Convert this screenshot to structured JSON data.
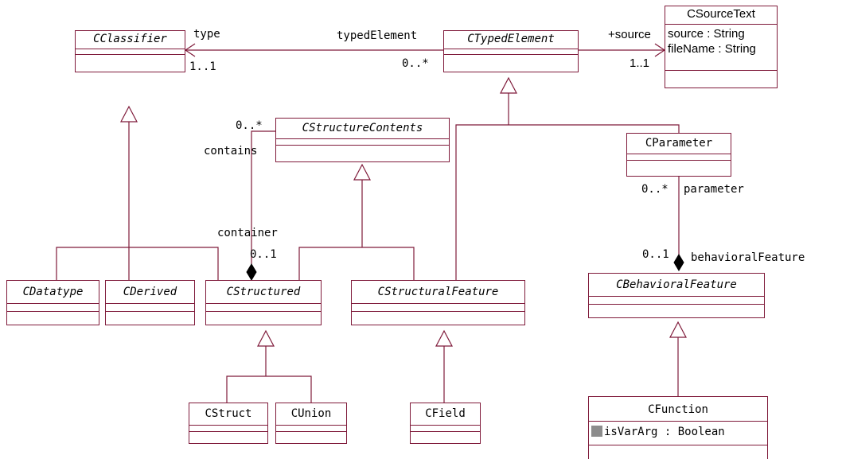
{
  "classes": {
    "cclassifier": {
      "name": "CClassifier"
    },
    "ctypedelement": {
      "name": "CTypedElement"
    },
    "csourcetext": {
      "name": "CSourceText",
      "attributes": [
        "source : String",
        "fileName : String"
      ]
    },
    "cstructurecontents": {
      "name": "CStructureContents"
    },
    "cparameter": {
      "name": "CParameter"
    },
    "cdatatype": {
      "name": "CDatatype"
    },
    "cderived": {
      "name": "CDerived"
    },
    "cstructured": {
      "name": "CStructured"
    },
    "cstructuralfeature": {
      "name": "CStructuralFeature"
    },
    "cbehavioralfeature": {
      "name": "CBehavioralFeature"
    },
    "cstruct": {
      "name": "CStruct"
    },
    "cunion": {
      "name": "CUnion"
    },
    "cfield": {
      "name": "CField"
    },
    "cfunction": {
      "name": "CFunction",
      "attributes": [
        "isVarArg : Boolean"
      ]
    }
  },
  "associations": {
    "type_assoc": {
      "role_near": "type",
      "mult_near": "1..1",
      "role_far": "typedElement",
      "mult_far": "0..*"
    },
    "source_assoc": {
      "role": "+source",
      "mult": "1..1"
    },
    "contains_assoc": {
      "mult_contents": "0..*",
      "role_contents": "contains",
      "role_container": "container",
      "mult_container": "0..1"
    },
    "param_assoc": {
      "mult_param": "0..*",
      "role_param": "parameter",
      "mult_feature": "0..1",
      "role_feature": "behavioralFeature"
    }
  },
  "colors": {
    "line": "#7f1a3a",
    "text": "#000000",
    "background": "#ffffff",
    "icon": "#8c8c8c"
  }
}
